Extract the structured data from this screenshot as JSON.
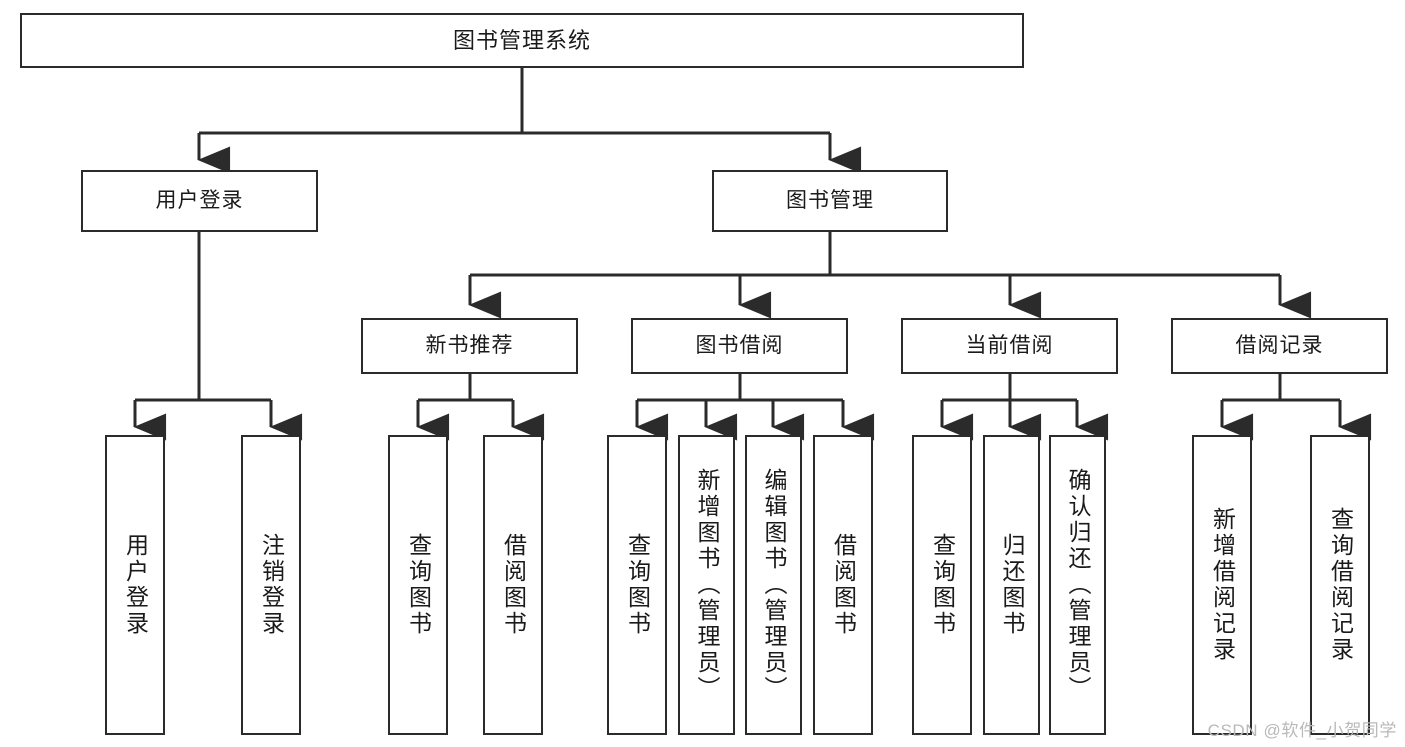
{
  "diagram": {
    "title": "图书管理系统",
    "type": "hierarchy-tree",
    "line_color": "#2b2b2b",
    "box_fill": "#ffffff",
    "text_color": "#1a1a1a"
  },
  "nodes": {
    "root": {
      "label": "图书管理系统"
    },
    "level2": [
      {
        "label": "用户登录"
      },
      {
        "label": "图书管理"
      }
    ],
    "level3": [
      {
        "label": "新书推荐"
      },
      {
        "label": "图书借阅"
      },
      {
        "label": "当前借阅"
      },
      {
        "label": "借阅记录"
      }
    ],
    "leaves": [
      {
        "label": "用户登录"
      },
      {
        "label": "注销登录"
      },
      {
        "label": "查询图书"
      },
      {
        "label": "借阅图书"
      },
      {
        "label": "查询图书"
      },
      {
        "label": "新增图书（管理员）"
      },
      {
        "label": "编辑图书（管理员）"
      },
      {
        "label": "借阅图书"
      },
      {
        "label": "查询图书"
      },
      {
        "label": "归还图书"
      },
      {
        "label": "确认归还（管理员）"
      },
      {
        "label": "新增借阅记录"
      },
      {
        "label": "查询借阅记录"
      }
    ]
  },
  "watermark": {
    "text": "CSDN @软件_小贺同学"
  }
}
